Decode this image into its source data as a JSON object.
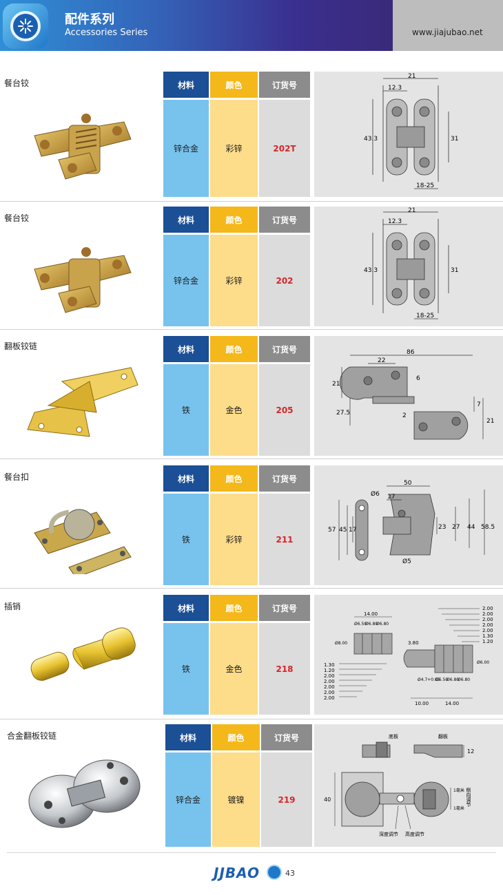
{
  "header": {
    "title_cn": "配件系列",
    "title_en": "Accessories Series",
    "website": "www.jiajubao.net"
  },
  "table_headers": {
    "material": "材料",
    "color": "颜色",
    "order_no": "订货号"
  },
  "products": [
    {
      "name": "餐台铰",
      "material": "锌合金",
      "color": "彩锌",
      "order_no": "202T",
      "dims": [
        "21",
        "12.3",
        "43.3",
        "31",
        "18-25"
      ]
    },
    {
      "name": "餐台铰",
      "material": "锌合金",
      "color": "彩锌",
      "order_no": "202",
      "dims": [
        "21",
        "12.3",
        "43.3",
        "31",
        "18-25"
      ]
    },
    {
      "name": "翻板铰链",
      "material": "铁",
      "color": "金色",
      "order_no": "205",
      "dims": [
        "86",
        "22",
        "6",
        "21",
        "27.5",
        "2",
        "7",
        "21"
      ]
    },
    {
      "name": "餐台扣",
      "material": "铁",
      "color": "彩锌",
      "order_no": "211",
      "dims": [
        "Ø6",
        "50",
        "17",
        "57",
        "45",
        "17",
        "23",
        "27",
        "44",
        "58.5",
        "Ø5"
      ]
    },
    {
      "name": "插销",
      "material": "铁",
      "color": "金色",
      "order_no": "218",
      "dims_left": [
        "14.00",
        "Ø6.50",
        "Ø6.80",
        "Ø6.80",
        "Ø8.00",
        "1.30",
        "1.20",
        "2.00",
        "2.00",
        "2.00",
        "2.00",
        "2.00"
      ],
      "dims_right": [
        "2.00",
        "2.00",
        "2.00",
        "2.00",
        "2.00",
        "1.30",
        "1.20",
        "3.80",
        "Ø6.00",
        "Ø4.7+0.05",
        "Ø6.50",
        "Ø6.80",
        "Ø6.80",
        "10.00",
        "14.00"
      ]
    },
    {
      "name": "合金翻板铰链",
      "material": "锌合金",
      "color": "镀镍",
      "order_no": "219",
      "dims": [
        "底板",
        "翻板",
        "12",
        "40",
        "1毫米",
        "侧向调节",
        "1毫米",
        "深度调节",
        "高度调节"
      ]
    }
  ],
  "footer": {
    "brand": "JJBAO",
    "page": "43"
  },
  "colors": {
    "header_blue": "#3463b8",
    "material_bg": "#77c3ee",
    "color_bg": "#fddc8a",
    "order_text": "#d6262b"
  }
}
